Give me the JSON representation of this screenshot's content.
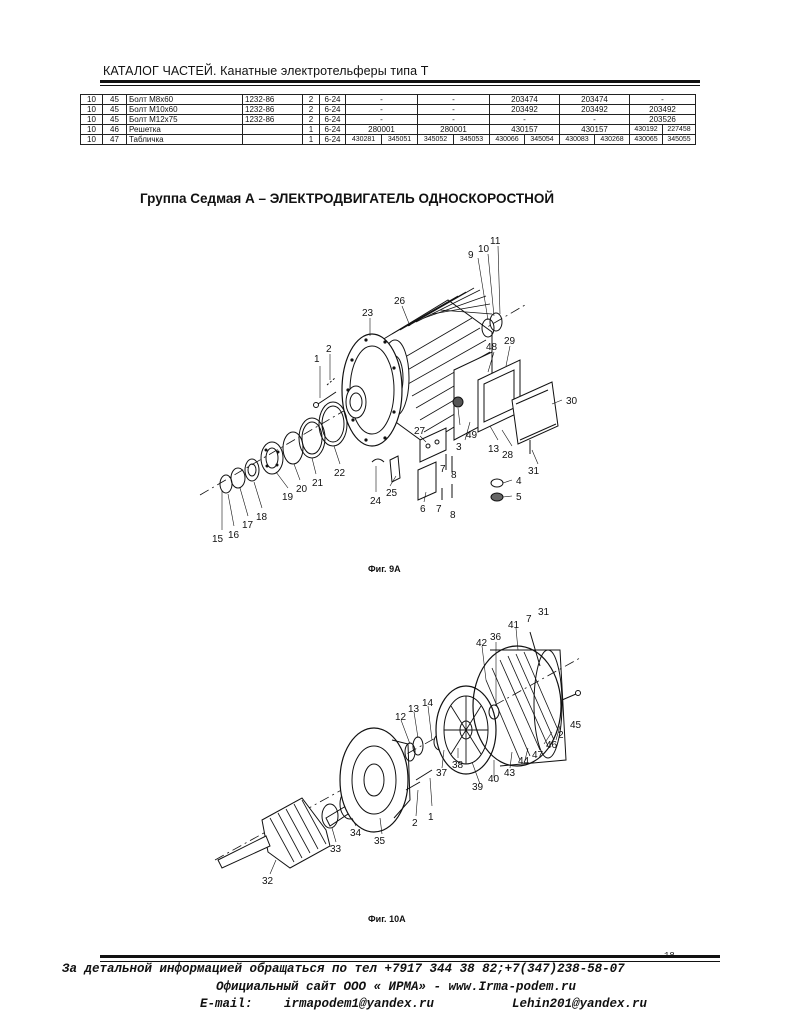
{
  "header": {
    "title": "КАТАЛОГ ЧАСТЕЙ. Канатные электротельферы типа Т"
  },
  "table": {
    "rows": [
      {
        "c1": "10",
        "c2": "45",
        "name": "Болт М8х60",
        "gost": "1232-86",
        "qty": "2",
        "range": "6-24",
        "cells": [
          {
            "t": "-",
            "span": 2
          },
          {
            "t": "-",
            "span": 2
          },
          {
            "t": "203474",
            "span": 2
          },
          {
            "t": "203474",
            "span": 2
          },
          {
            "t": "-",
            "span": 2
          }
        ]
      },
      {
        "c1": "10",
        "c2": "45",
        "name": "Болт М10х60",
        "gost": "1232-86",
        "qty": "2",
        "range": "6-24",
        "cells": [
          {
            "t": "-",
            "span": 2
          },
          {
            "t": "-",
            "span": 2
          },
          {
            "t": "203492",
            "span": 2
          },
          {
            "t": "203492",
            "span": 2
          },
          {
            "t": "203492",
            "span": 2
          }
        ]
      },
      {
        "c1": "10",
        "c2": "45",
        "name": "Болт М12х75",
        "gost": "1232-86",
        "qty": "2",
        "range": "6-24",
        "cells": [
          {
            "t": "-",
            "span": 2
          },
          {
            "t": "-",
            "span": 2
          },
          {
            "t": "-",
            "span": 2
          },
          {
            "t": "-",
            "span": 2
          },
          {
            "t": "203526",
            "span": 2
          }
        ]
      },
      {
        "c1": "10",
        "c2": "46",
        "name": "Решетка",
        "gost": "",
        "qty": "1",
        "range": "6-24",
        "cells": [
          {
            "t": "280001",
            "span": 2
          },
          {
            "t": "280001",
            "span": 2
          },
          {
            "t": "430157",
            "span": 2
          },
          {
            "t": "430157",
            "span": 2
          },
          {
            "t": "430192",
            "span": 1
          },
          {
            "t": "227458",
            "span": 1
          }
        ]
      },
      {
        "c1": "10",
        "c2": "47",
        "name": "Табличка",
        "gost": "",
        "qty": "1",
        "range": "6-24",
        "cells": [
          {
            "t": "430281",
            "span": 1
          },
          {
            "t": "345051",
            "span": 1
          },
          {
            "t": "345052",
            "span": 1
          },
          {
            "t": "345053",
            "span": 1
          },
          {
            "t": "430066",
            "span": 1
          },
          {
            "t": "345054",
            "span": 1
          },
          {
            "t": "430083",
            "span": 1
          },
          {
            "t": "430268",
            "span": 1
          },
          {
            "t": "430065",
            "span": 1
          },
          {
            "t": "345055",
            "span": 1
          }
        ]
      }
    ]
  },
  "group_title": "Группа Седмая А – ЭЛЕКТРОДВИГАТЕЛЬ ОДНОСКОРОСТНОЙ",
  "figure_9a": {
    "caption": "Фиг. 9А",
    "labels": [
      "1",
      "2",
      "3",
      "4",
      "5",
      "6",
      "7",
      "8",
      "9",
      "10",
      "11",
      "13",
      "15",
      "16",
      "17",
      "18",
      "19",
      "20",
      "21",
      "22",
      "23",
      "24",
      "25",
      "26",
      "27",
      "28",
      "29",
      "30",
      "31",
      "48",
      "49",
      "7",
      "8"
    ]
  },
  "figure_10a": {
    "caption": "Фиг. 10А",
    "labels": [
      "1",
      "2",
      "12",
      "13",
      "14",
      "31",
      "7",
      "41",
      "36",
      "42",
      "45",
      "2",
      "46",
      "47",
      "44",
      "43",
      "40",
      "39",
      "38",
      "37",
      "35",
      "34",
      "33",
      "32"
    ]
  },
  "footer": {
    "page_number": "18",
    "line1": "За детальной информацией обращаться по тел +7917 344 38 82;+7(347)238-58-07",
    "line2": "Официальный сайт ООО « ИРМА» - www.Irma-podem.ru",
    "email_label": "E-mail:",
    "email1": "irmapodem1@yandex.ru",
    "email2": "Lehin201@yandex.ru"
  }
}
